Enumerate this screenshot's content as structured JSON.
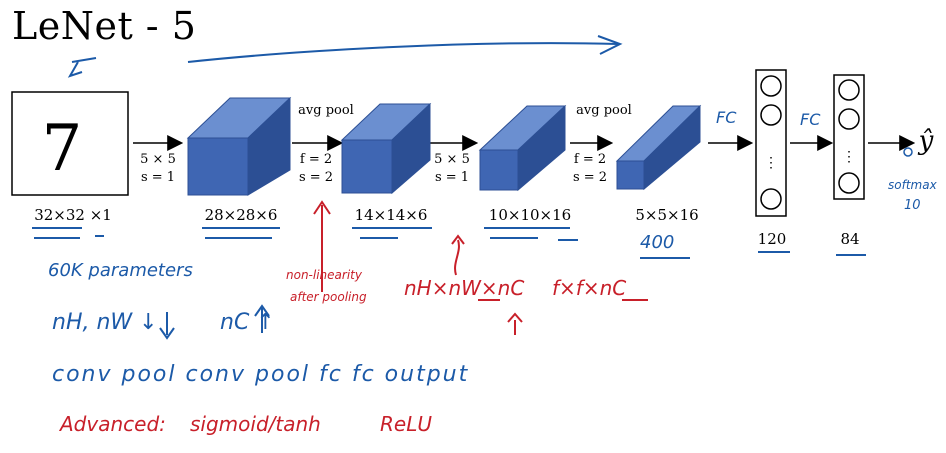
{
  "title": "LeNet - 5",
  "input": {
    "digit": "7",
    "size": "32×32 ×1"
  },
  "layers": [
    {
      "size": "28×28×6",
      "op_top": "",
      "op_bottom": [
        "5 × 5",
        "s = 1"
      ]
    },
    {
      "size": "14×14×6",
      "op_top": "avg pool",
      "op_bottom": [
        "f = 2",
        "s = 2"
      ]
    },
    {
      "size": "10×10×16",
      "op_top": "",
      "op_bottom": [
        "5 × 5",
        "s = 1"
      ]
    },
    {
      "size": "5×5×16",
      "op_top": "avg pool",
      "op_bottom": [
        "f = 2",
        "s = 2"
      ]
    }
  ],
  "fc_layers": [
    {
      "size": "120",
      "label": "FC"
    },
    {
      "size": "84",
      "label": "FC"
    }
  ],
  "output": {
    "symbol": "ŷ",
    "note": "softmax",
    "count": "10"
  },
  "flatten_count": "400",
  "notes": {
    "params": "60K parameters",
    "dims": [
      "nH, nW ↓",
      "nC ↑"
    ],
    "pattern": "conv pool conv pool fc fc output",
    "advanced": "Advanced:",
    "activations": [
      "sigmoid/tanh",
      "ReLU"
    ],
    "nonlinearity": [
      "non-linearity",
      "after pooling"
    ],
    "shape1": "nH×nW×nC",
    "shape2": "f×f×nC"
  },
  "colors": {
    "cube_front": "#3f66b3",
    "cube_top": "#6b8fd0",
    "cube_side": "#2c4f94",
    "pen_blue": "#1c5aa8",
    "pen_red": "#c8202a"
  }
}
